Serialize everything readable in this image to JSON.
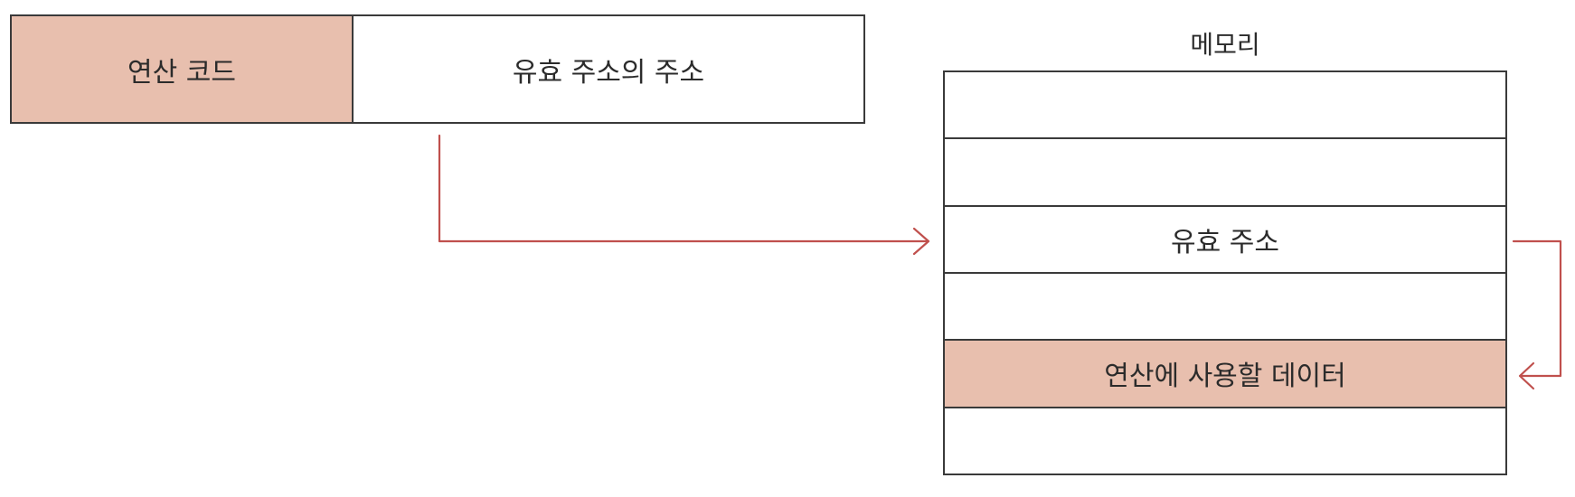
{
  "instruction": {
    "opcode_label": "연산 코드",
    "operand_label": "유효 주소의 주소"
  },
  "memory": {
    "title": "메모리",
    "cells": [
      {
        "label": "",
        "highlight": false
      },
      {
        "label": "",
        "highlight": false
      },
      {
        "label": "유효 주소",
        "highlight": false
      },
      {
        "label": "",
        "highlight": false
      },
      {
        "label": "연산에 사용할 데이터",
        "highlight": true
      },
      {
        "label": "",
        "highlight": false
      }
    ]
  },
  "colors": {
    "highlight_fill": "#e8bfae",
    "arrow": "#c0504d",
    "border": "#3a3a3a"
  }
}
